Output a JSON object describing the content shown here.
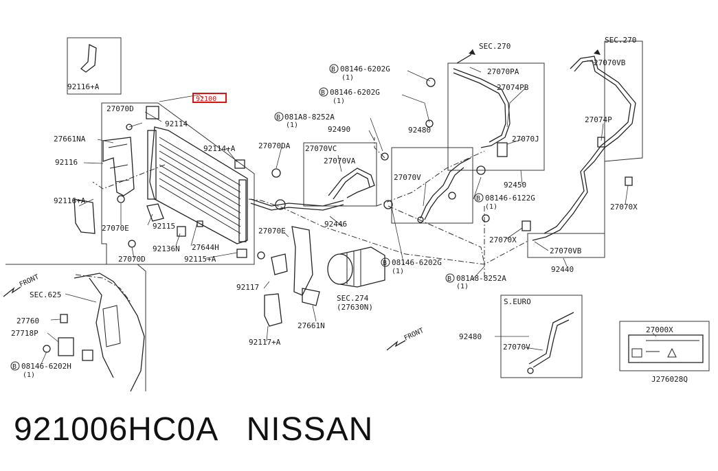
{
  "diagram": {
    "highlight_color": "#e01010",
    "highlighted_part": "92100",
    "code": "J276028Q",
    "labels": {
      "p92116A_top": "92116+A",
      "p92100": "92100",
      "p27070D_a": "27070D",
      "p92114": "92114",
      "p27661NA": "27661NA",
      "p92114A": "92114+A",
      "p92116": "92116",
      "p92116A_mid": "92116+A",
      "p27070E_a": "27070E",
      "p92115": "92115",
      "p92136N": "92136N",
      "p27644H": "27644H",
      "p27070D_b": "27070D",
      "p92115A": "92115+A",
      "p27070DA": "27070DA",
      "p081A8_top": "081A8-8252A",
      "p081A8_top_qty": "(1)",
      "p08146_a": "08146-6202G",
      "p08146_a_qty": "(1)",
      "p08146_b": "08146-6202G",
      "p08146_b_qty": "(1)",
      "p92490": "92490",
      "p27070VC": "27070VC",
      "p27070VA": "27070VA",
      "p92446": "92446",
      "p27070E_b": "27070E",
      "p92117": "92117",
      "p92117A": "92117+A",
      "p27661N": "27661N",
      "sec274": "SEC.274",
      "p27630N": "(27630N)",
      "p92480": "92480",
      "p27070V": "27070V",
      "p08146_c": "08146-6122G",
      "p08146_c_qty": "(1)",
      "p08146_d": "08146-6202G",
      "p08146_d_qty": "(1)",
      "p081A8_bot": "081A8-8252A",
      "p081A8_bot_qty": "(1)",
      "sec270_a": "SEC.270",
      "p27070PA": "27070PA",
      "p27074PB": "27074PB",
      "p27070J": "27070J",
      "p92450": "92450",
      "sec270_b": "SEC.270",
      "p27070VB_top": "27070VB",
      "p27074P": "27074P",
      "p27070X_a": "27070X",
      "p27070X_b": "27070X",
      "p27070VB_bot": "27070VB",
      "p92440": "92440",
      "front_a": "FRONT",
      "sec625": "SEC.625",
      "p27760": "27760",
      "p27718P": "27718P",
      "p08146_e": "08146-6202H",
      "p08146_e_qty": "(1)",
      "front_b": "FRONT",
      "s_euro": "S.EURO",
      "p92480_inset": "92480",
      "p27070V_inset": "27070V",
      "p27000X": "27000X"
    }
  },
  "caption": "921006HC0A   NISSAN"
}
